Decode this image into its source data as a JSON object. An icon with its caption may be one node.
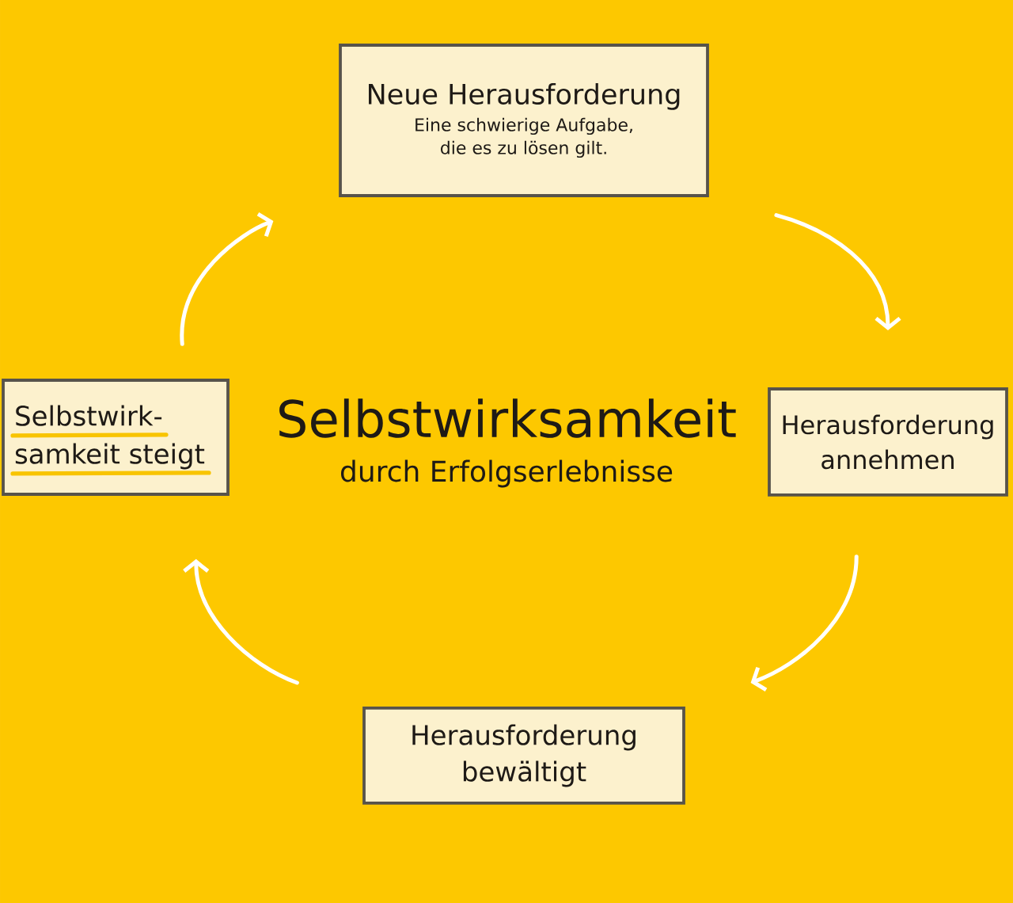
{
  "diagram": {
    "title": "Selbstwirksamkeit",
    "nodes": [
      {
        "text": [
          "Neue Herausforderung",
          "Eine schwierige Aufgabe, die es zu lösen gilt."
        ]
      },
      {
        "text": [
          "Herausforderung annehmen"
        ]
      },
      {
        "text": [
          "Herausforderung bewältigt"
        ]
      },
      {
        "text": [
          "Selbstwirk- samkeit steigt"
        ]
      }
    ],
    "edges": [
      {
        "from": 0,
        "to": 1,
        "arrow": "to"
      },
      {
        "from": 1,
        "to": 2,
        "arrow": "to"
      },
      {
        "from": 2,
        "to": 3,
        "arrow": "to"
      },
      {
        "from": 3,
        "to": 0,
        "arrow": "to"
      }
    ],
    "labels": [
      "durch Erfolgserlebnisse"
    ]
  }
}
